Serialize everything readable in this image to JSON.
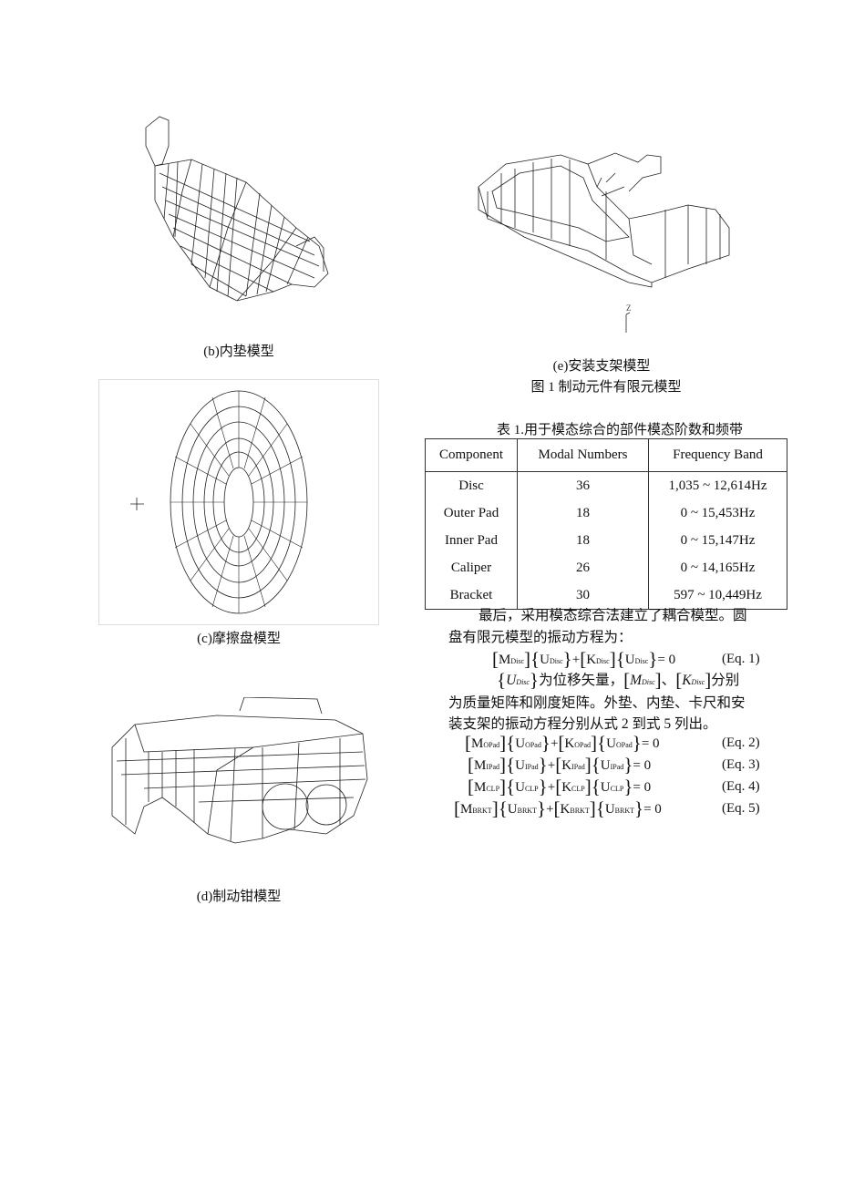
{
  "figures": {
    "b_caption": "(b)内垫模型",
    "c_caption": "(c)摩擦盘模型",
    "d_caption": "(d)制动钳模型",
    "e_caption": "(e)安装支架模型",
    "figure_title": "图 1 制动元件有限元模型",
    "axis_label": "Z"
  },
  "table": {
    "title": "表 1.用于模态综合的部件模态阶数和频带",
    "headers": [
      "Component",
      "Modal Numbers",
      "Frequency Band"
    ],
    "rows": [
      [
        "Disc",
        "36",
        "1,035 ~ 12,614Hz"
      ],
      [
        "Outer Pad",
        "18",
        "0 ~ 15,453Hz"
      ],
      [
        "Inner Pad",
        "18",
        "0 ~ 15,147Hz"
      ],
      [
        "Caliper",
        "26",
        "0 ~ 14,165Hz"
      ],
      [
        "Bracket",
        "30",
        "597 ~ 10,449Hz"
      ]
    ]
  },
  "text": {
    "p1_line1": "最后，采用模态综合法建立了耦合模型。圆",
    "p1_line2": "盘有限元模型的振动方程为：",
    "p2_line1_tail": "为位移矢量，",
    "p2_sep": "、",
    "p2_line1_end": "分别",
    "p2_line2": "为质量矩阵和刚度矩阵。外垫、内垫、卡尺和安",
    "p2_line3": "装支架的振动方程分别从式 2 到式 5 列出。",
    "u_disc": "U",
    "m_disc": "M",
    "k_disc": "K",
    "disc_sub": "Disc"
  },
  "equations": [
    {
      "m": "M",
      "ms": "Disc",
      "u": "U",
      "us": "Disc",
      "k": "K",
      "ks": "Disc",
      "rhs": "= 0",
      "label": "(Eq. 1)"
    },
    {
      "m": "M",
      "ms": "OPad",
      "u": "U",
      "us": "OPad",
      "k": "K",
      "ks": "OPad",
      "rhs": "= 0",
      "label": "(Eq. 2)"
    },
    {
      "m": "M",
      "ms": "IPad",
      "u": "U",
      "us": "IPad",
      "k": "K",
      "ks": "IPad",
      "rhs": "= 0",
      "label": "(Eq. 3)"
    },
    {
      "m": "M",
      "ms": "CLP",
      "u": "U",
      "us": "CLP",
      "k": "K",
      "ks": "CLP",
      "rhs": "= 0",
      "label": "(Eq. 4)"
    },
    {
      "m": "M",
      "ms": "BRKT",
      "u": "U",
      "us": "BRKT",
      "k": "K",
      "ks": "BRKT",
      "rhs": "= 0",
      "label": "(Eq. 5)"
    }
  ]
}
